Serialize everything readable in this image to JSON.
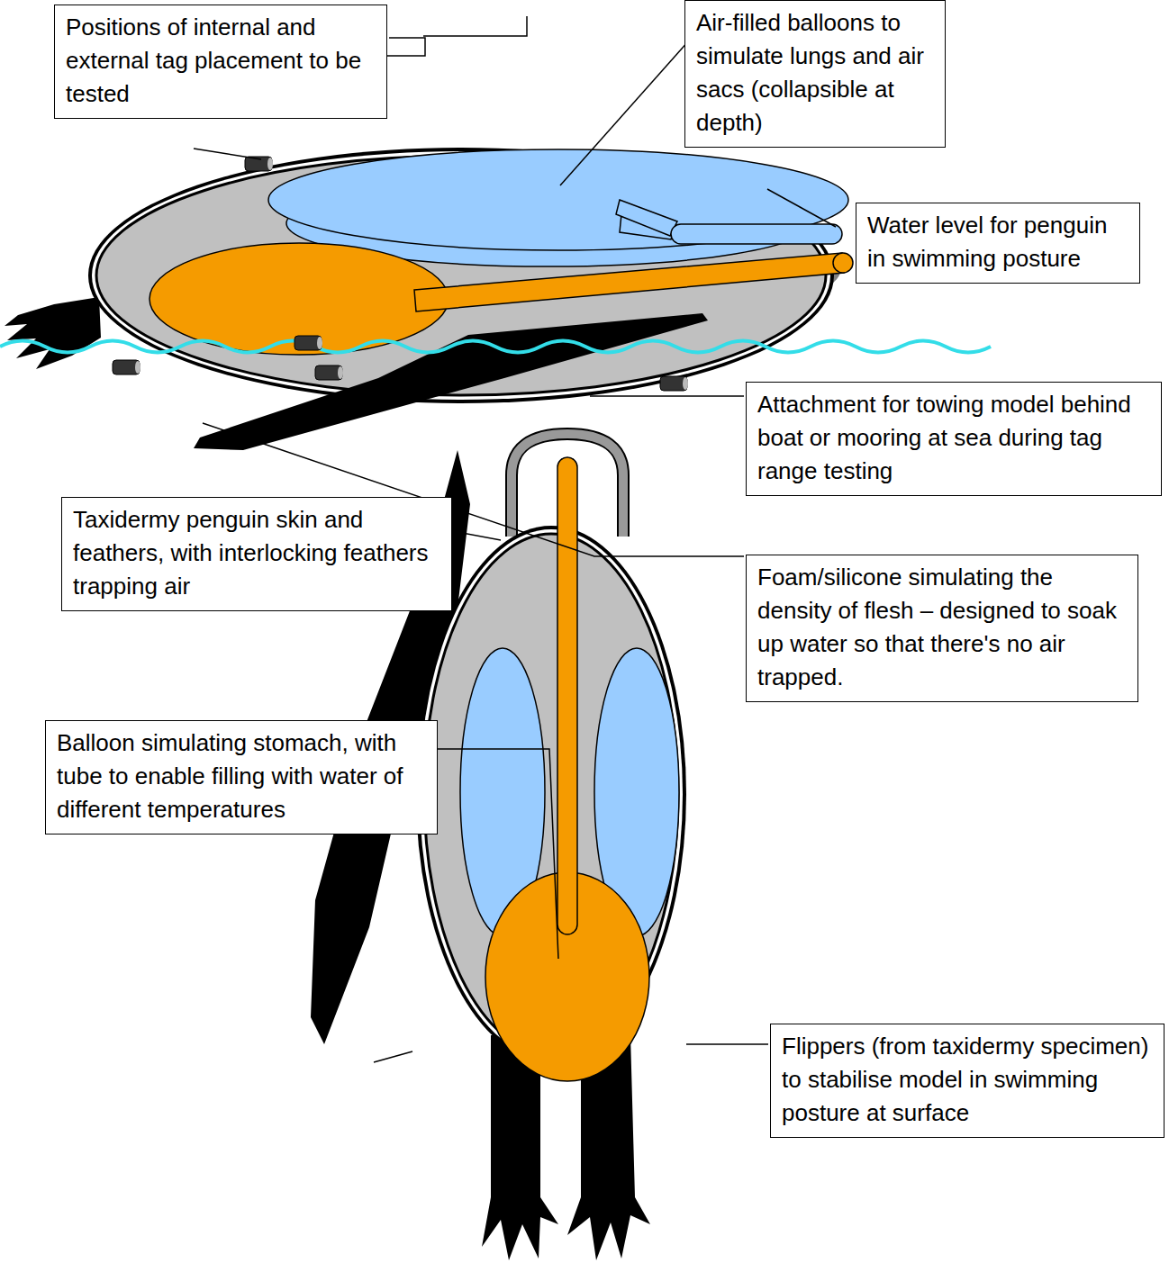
{
  "diagram": {
    "nodes": [
      {
        "text": [
          "Positions of internal and external tag placement to be tested"
        ]
      },
      {
        "text": [
          "Air-filled balloons to simulate lungs and air sacs (collapsible at depth)"
        ]
      },
      {
        "text": [
          "Water level for penguin in swimming posture"
        ]
      },
      {
        "text": [
          "Attachment for towing model behind boat or mooring at sea during tag range testing"
        ]
      },
      {
        "text": [
          "Taxidermy penguin skin and feathers, with interlocking feathers trapping air"
        ]
      },
      {
        "text": [
          "Foam/silicone simulating the density of flesh – designed to soak up water so that there's no air trapped."
        ]
      },
      {
        "text": [
          "Balloon simulating stomach, with tube to enable filling with water of different temperatures"
        ]
      },
      {
        "text": [
          "Flippers (from taxidermy specimen) to stabilise model in swimming posture at surface"
        ]
      }
    ]
  }
}
